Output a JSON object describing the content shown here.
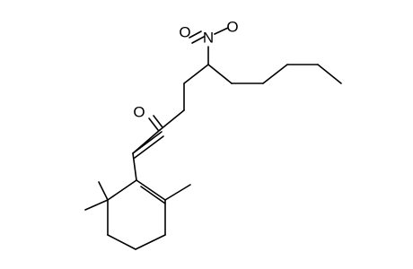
{
  "atoms": {
    "nitro_N": "N",
    "nitro_O1": "O",
    "nitro_O2": "O",
    "ketone_O": "O"
  },
  "colors": {
    "bond": "#000000",
    "background": "#ffffff"
  }
}
